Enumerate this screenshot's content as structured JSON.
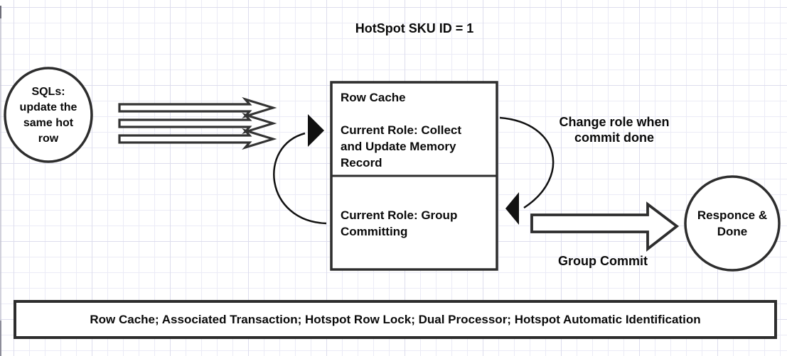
{
  "title": "HotSpot SKU ID = 1",
  "nodes": {
    "sql_source": {
      "shape": "circle",
      "label": "SQLs:\nupdate the\nsame hot\nrow"
    },
    "row_cache": {
      "shape": "divided-rectangle",
      "top_label": "Row Cache\n\nCurrent Role: Collect\nand Update Memory\nRecord",
      "bottom_label": "Current Role: Group\nCommitting"
    },
    "response": {
      "shape": "circle",
      "label": "Responce &\nDone"
    }
  },
  "edges": {
    "sql_requests": {
      "icon": "triple-ribbon-right-arrows",
      "count": 3
    },
    "change_role": {
      "label": "Change role when\ncommit done",
      "icon": "curved-arrow-down-left"
    },
    "role_loop": {
      "icon": "curved-arrow-up-right"
    },
    "group_commit": {
      "label": "Group Commit",
      "icon": "block-arrow-right"
    }
  },
  "footer": {
    "label": "Row Cache; Associated Transaction; Hotspot Row Lock; Dual Processor; Hotspot Automatic Identification"
  },
  "colors": {
    "background": "#ffffff",
    "grid_minor": "#ebebf6",
    "grid_major": "#dddded",
    "shape_stroke": "#2d2d2d",
    "curve_stroke": "#111111",
    "text": "#0a0a0a"
  }
}
